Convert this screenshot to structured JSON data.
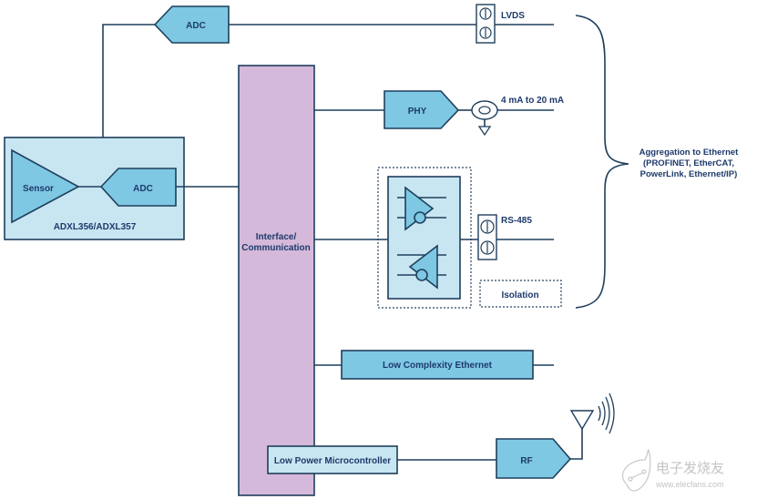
{
  "diagram": {
    "sensor_module": {
      "part_label": "ADXL356/ADXL357",
      "sensor_label": "Sensor",
      "adc_label": "ADC"
    },
    "top_adc_label": "ADC",
    "interface_label_line1": "Interface/",
    "interface_label_line2": "Communication",
    "outputs": {
      "lvds_label": "LVDS",
      "phy_label": "PHY",
      "current_loop_label": "4 mA to 20 mA",
      "rs485_label": "RS-485",
      "isolation_label": "Isolation",
      "low_complexity_ethernet_label": "Low Complexity Ethernet",
      "low_power_mcu_label": "Low Power Microcontroller",
      "rf_label": "RF"
    },
    "aggregation": {
      "line1": "Aggregation to Ethernet",
      "line2": "(PROFINET, EtherCAT,",
      "line3": "PowerLink, Ethernet/IP)"
    },
    "watermark": {
      "cn_text": "电子发烧友",
      "url_text": "www.elecfans.com"
    },
    "colors": {
      "block_blue": "#7ec8e3",
      "pale_blue": "#c8e6f2",
      "interface_purple": "#d5b9da",
      "line_navy": "#1f3f5c",
      "text_navy": "#1d3a6b"
    }
  }
}
